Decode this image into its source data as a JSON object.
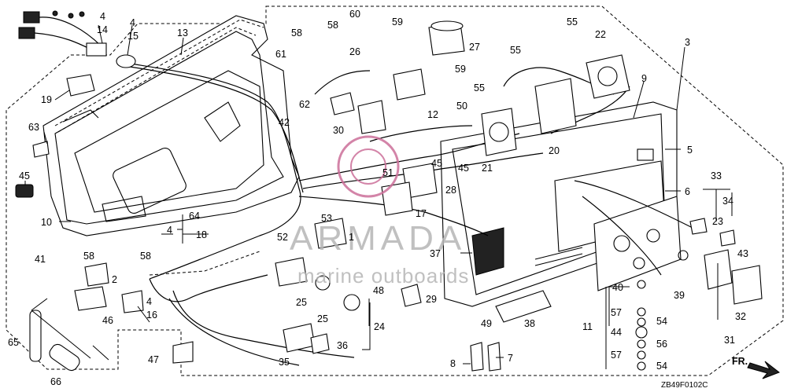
{
  "diagram_code": "ZB49F0102C",
  "direction_label": "FR.",
  "watermark": {
    "brand": "ARMADA",
    "tagline": "marine outboards",
    "color": "#cc6f99"
  },
  "callouts": {
    "c1": "1",
    "c2": "2",
    "c3": "3",
    "c4a": "4",
    "c4b": "4",
    "c4c": "4",
    "c4d": "4",
    "c5": "5",
    "c6": "6",
    "c7": "7",
    "c8": "8",
    "c9": "9",
    "c10": "10",
    "c11": "11",
    "c12": "12",
    "c13": "13",
    "c14": "14",
    "c15": "15",
    "c16": "16",
    "c17": "17",
    "c18": "18",
    "c19": "19",
    "c20": "20",
    "c21": "21",
    "c22": "22",
    "c23": "23",
    "c24": "24",
    "c25a": "25",
    "c25b": "25",
    "c26": "26",
    "c27": "27",
    "c28": "28",
    "c29": "29",
    "c30": "30",
    "c31": "31",
    "c32": "32",
    "c33": "33",
    "c34": "34",
    "c35": "35",
    "c36": "36",
    "c37": "37",
    "c38": "38",
    "c39": "39",
    "c40": "40",
    "c41": "41",
    "c42": "42",
    "c43": "43",
    "c44": "44",
    "c45a": "45",
    "c45b": "45",
    "c45c": "45",
    "c46": "46",
    "c47": "47",
    "c48": "48",
    "c49": "49",
    "c50": "50",
    "c51": "51",
    "c52": "52",
    "c53": "53",
    "c54a": "54",
    "c54b": "54",
    "c55a": "55",
    "c55b": "55",
    "c55c": "55",
    "c56": "56",
    "c57a": "57",
    "c57b": "57",
    "c58a": "58",
    "c58b": "58",
    "c58c": "58",
    "c59a": "59",
    "c59b": "59",
    "c60": "60",
    "c61": "61",
    "c62": "62",
    "c63": "63",
    "c64": "64",
    "c65": "65",
    "c66": "66"
  }
}
